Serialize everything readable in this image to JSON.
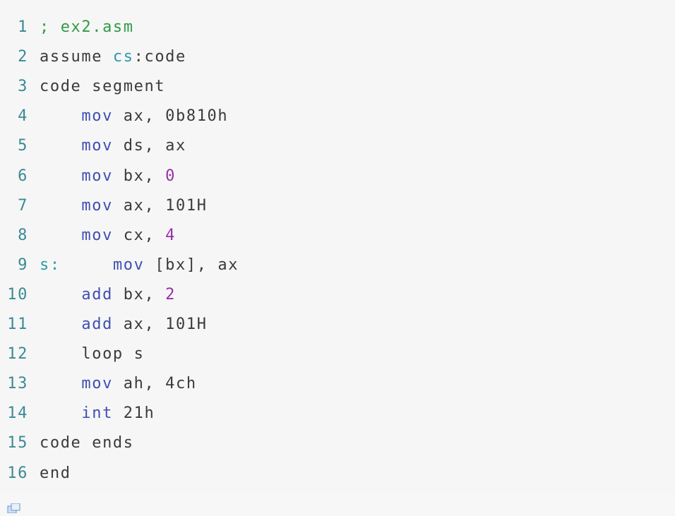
{
  "code_lines": [
    {
      "n": "1",
      "parts": [
        {
          "t": "; ex2.asm",
          "c": "comment"
        }
      ]
    },
    {
      "n": "2",
      "parts": [
        {
          "t": "assume ",
          "c": ""
        },
        {
          "t": "cs",
          "c": "reg"
        },
        {
          "t": ":code",
          "c": ""
        }
      ]
    },
    {
      "n": "3",
      "parts": [
        {
          "t": "code segment",
          "c": ""
        }
      ]
    },
    {
      "n": "4",
      "parts": [
        {
          "t": "    ",
          "c": ""
        },
        {
          "t": "mov",
          "c": "kw"
        },
        {
          "t": " ax, 0b810h",
          "c": ""
        }
      ]
    },
    {
      "n": "5",
      "parts": [
        {
          "t": "    ",
          "c": ""
        },
        {
          "t": "mov",
          "c": "kw"
        },
        {
          "t": " ds, ax",
          "c": ""
        }
      ]
    },
    {
      "n": "6",
      "parts": [
        {
          "t": "    ",
          "c": ""
        },
        {
          "t": "mov",
          "c": "kw"
        },
        {
          "t": " bx, ",
          "c": ""
        },
        {
          "t": "0",
          "c": "num"
        }
      ]
    },
    {
      "n": "7",
      "parts": [
        {
          "t": "    ",
          "c": ""
        },
        {
          "t": "mov",
          "c": "kw"
        },
        {
          "t": " ax, 101H",
          "c": ""
        }
      ]
    },
    {
      "n": "8",
      "parts": [
        {
          "t": "    ",
          "c": ""
        },
        {
          "t": "mov",
          "c": "kw"
        },
        {
          "t": " cx, ",
          "c": ""
        },
        {
          "t": "4",
          "c": "num"
        }
      ]
    },
    {
      "n": "9",
      "parts": [
        {
          "t": "s:",
          "c": "label"
        },
        {
          "t": "     ",
          "c": ""
        },
        {
          "t": "mov",
          "c": "kw"
        },
        {
          "t": " [bx], ax",
          "c": ""
        }
      ]
    },
    {
      "n": "10",
      "parts": [
        {
          "t": "    ",
          "c": ""
        },
        {
          "t": "add",
          "c": "kw"
        },
        {
          "t": " bx, ",
          "c": ""
        },
        {
          "t": "2",
          "c": "num"
        }
      ]
    },
    {
      "n": "11",
      "parts": [
        {
          "t": "    ",
          "c": ""
        },
        {
          "t": "add",
          "c": "kw"
        },
        {
          "t": " ax, 101H",
          "c": ""
        }
      ]
    },
    {
      "n": "12",
      "parts": [
        {
          "t": "    loop s",
          "c": ""
        }
      ]
    },
    {
      "n": "13",
      "parts": [
        {
          "t": "    ",
          "c": ""
        },
        {
          "t": "mov",
          "c": "kw"
        },
        {
          "t": " ah, 4ch",
          "c": ""
        }
      ]
    },
    {
      "n": "14",
      "parts": [
        {
          "t": "    ",
          "c": ""
        },
        {
          "t": "int",
          "c": "kw"
        },
        {
          "t": " 21h",
          "c": ""
        }
      ]
    },
    {
      "n": "15",
      "parts": [
        {
          "t": "code ends",
          "c": ""
        }
      ]
    },
    {
      "n": "16",
      "parts": [
        {
          "t": "end",
          "c": ""
        }
      ]
    }
  ],
  "colors": {
    "line_number": "#3a8a93",
    "keyword": "#3f4fb0",
    "number": "#9a2fa8",
    "comment": "#2f9b43",
    "register": "#2a9aa5",
    "text": "#3b3b3b"
  },
  "icons": {
    "copy": "copy-icon"
  }
}
